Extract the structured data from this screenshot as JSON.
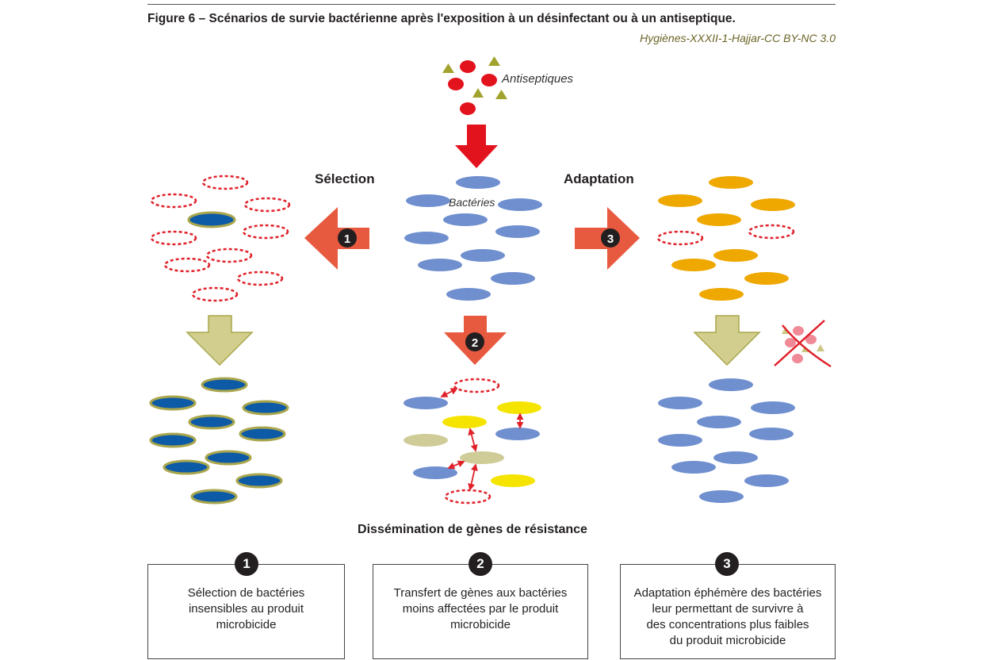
{
  "figure": {
    "title": "Figure 6 – Scénarios de survie bactérienne après l'exposition à un désinfectant ou à un antiseptique.",
    "credit": "Hygiènes-XXXII-1-Hajjar-CC BY-NC 3.0"
  },
  "labels": {
    "antiseptics": "Antiseptiques",
    "bacteria": "Bactéries",
    "selection": "Sélection",
    "adaptation": "Adaptation",
    "dissemination": "Dissémination de gènes de résistance"
  },
  "steps": [
    {
      "number": "1",
      "lines": [
        "Sélection de bactéries",
        "insensibles au produit",
        "microbicide"
      ]
    },
    {
      "number": "2",
      "lines": [
        "Transfert de gènes aux bactéries",
        "moins affectées par le produit",
        "microbicide"
      ]
    },
    {
      "number": "3",
      "lines": [
        "Adaptation éphémère des bactéries",
        "leur permettant de survivre à",
        "des concentrations plus faibles",
        "du produit microbicide"
      ]
    }
  ],
  "colors": {
    "bacteria_blue": "#6f8fcf",
    "resistant_blue": "#0d5aa7",
    "resistant_outline": "#a9a64c",
    "dead_outline": "#e0212a",
    "adapted_orange": "#eea800",
    "transfer_yellow": "#f5e400",
    "transfer_olive": "#cfcc98",
    "arrow_red": "#e85a40",
    "arrow_olive": "#d2cf8e",
    "antiseptic_red": "#e3131d",
    "antiseptic_olive": "#a2a32e"
  }
}
